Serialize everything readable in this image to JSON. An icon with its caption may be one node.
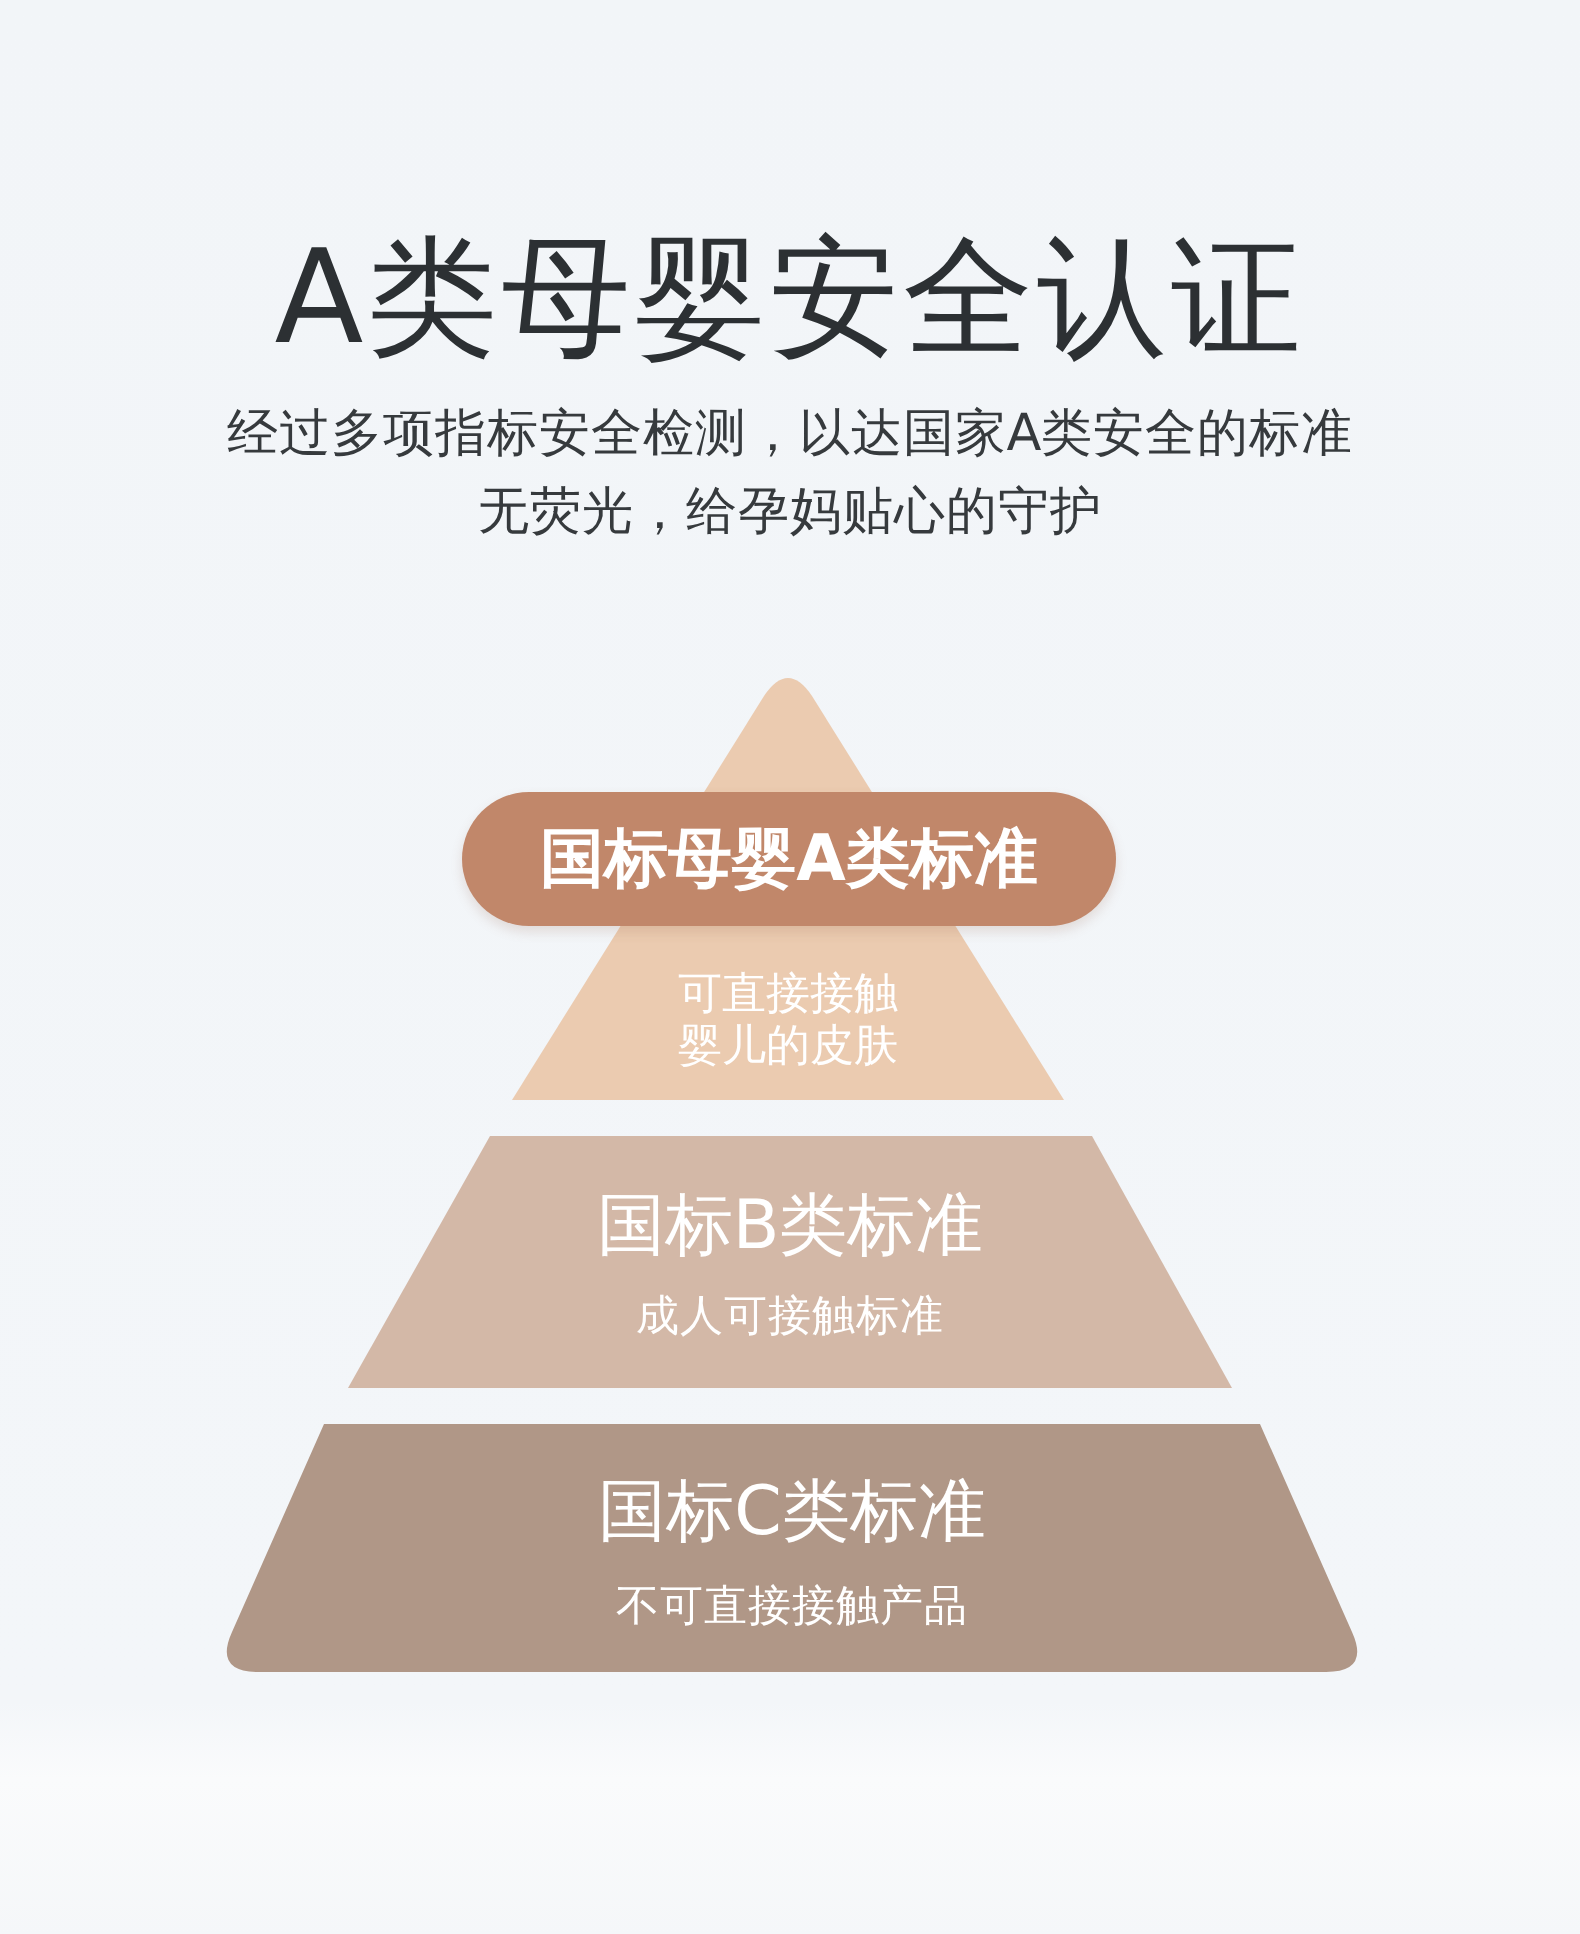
{
  "diagram": {
    "title": "A类母婴安全认证",
    "labels": [
      "经过多项指标安全检测，以达国家A类安全的标准",
      "无荧光，给孕妈贴心的守护"
    ],
    "nodes": [
      {
        "text": [
          "可直接接触婴儿的皮肤"
        ]
      },
      {
        "text": [
          "国标母婴A类标准"
        ]
      },
      {
        "text": [
          "国标B类标准",
          "成人可接触标准"
        ]
      },
      {
        "text": [
          "国标C类标准",
          "不可直接接触产品"
        ]
      }
    ]
  }
}
